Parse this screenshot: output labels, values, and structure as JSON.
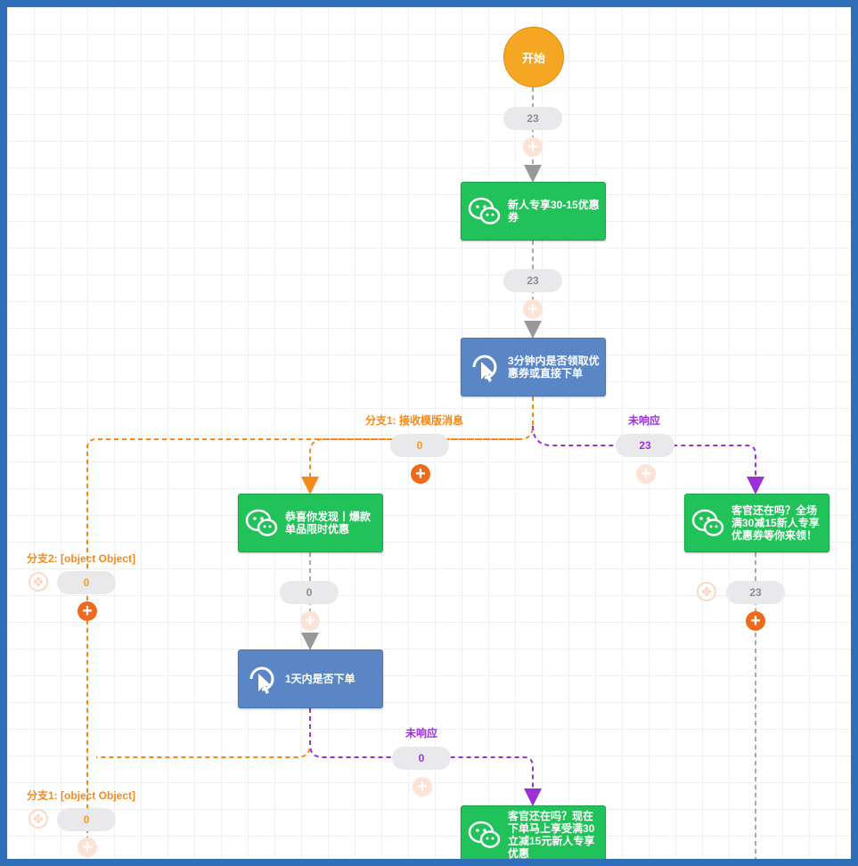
{
  "start": {
    "label": "开始"
  },
  "nodes": {
    "wechat_coupon": {
      "label": "新人专享30-15优惠券",
      "icon": "wechat-icon"
    },
    "check_3min": {
      "label": "3分钟内是否领取优惠券或直接下单",
      "icon": "cursor-click-icon"
    },
    "wechat_bestseller": {
      "label": "恭喜你发现丨爆款单品限时优惠",
      "icon": "wechat-icon"
    },
    "check_1day": {
      "label": "1天内是否下单",
      "icon": "cursor-click-icon"
    },
    "wechat_reminder_a": {
      "label": "客官还在吗？全场满30减15新人专享优惠券等你来领！",
      "icon": "wechat-icon"
    },
    "wechat_reminder_b": {
      "label": "客官还在吗？现在下单马上享受满30立减15元新人专享优惠",
      "icon": "wechat-icon"
    }
  },
  "counts": {
    "c1": "23",
    "c2": "23",
    "c3": "0",
    "c4": "23",
    "c5": "0",
    "c6": "0",
    "c7": "23",
    "c8": "0",
    "c9": "0"
  },
  "branch_labels": {
    "b1": "分支1: 接收模版消息",
    "b2": "未响应",
    "b3": "分支2: [object Object]",
    "b4": "未响应",
    "b5": "分支1: [object Object]"
  },
  "colors": {
    "start": "#f5a623",
    "wechat_node": "#22c25a",
    "condition_node": "#5b86c6",
    "branch_orange": "#f5891c",
    "branch_purple": "#9b30d9",
    "add_button": "#f06a1e",
    "frame": "#2f6fb8"
  }
}
